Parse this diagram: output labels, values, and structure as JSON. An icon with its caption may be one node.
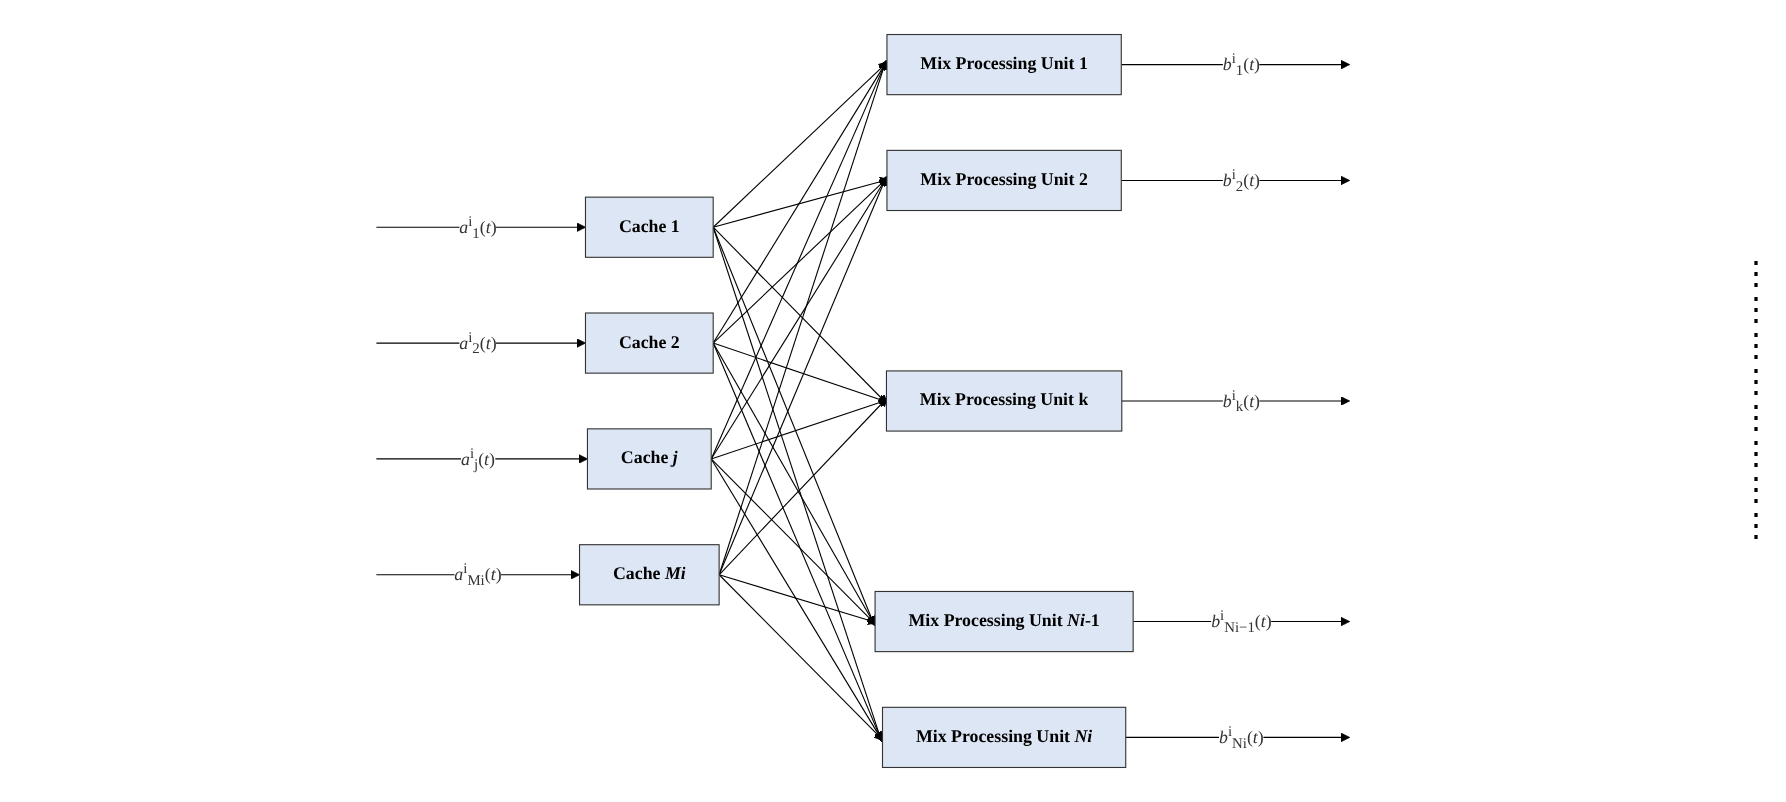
{
  "diagram": {
    "nodes": [
      {
        "text": [
          "Cache 1"
        ]
      },
      {
        "text": [
          "Cache 2"
        ]
      },
      {
        "text": [
          "Cache *j*"
        ]
      },
      {
        "text": [
          "Cache *Mi*"
        ]
      },
      {
        "text": [
          "Mix Processing Unit 1"
        ]
      },
      {
        "text": [
          "Mix Processing Unit 2"
        ]
      },
      {
        "text": [
          "Mix Processing Unit k"
        ]
      },
      {
        "text": [
          "Mix Processing Unit *Ni*-1"
        ]
      },
      {
        "text": [
          "Mix Processing Unit *Ni*"
        ]
      }
    ],
    "edges": [
      {
        "from": null,
        "to": 0,
        "arrow": "to",
        "label": "*a*$^{i}$$_{1}$(*t*)"
      },
      {
        "from": null,
        "to": 1,
        "arrow": "to",
        "label": "*a*$^{i}$$_{2}$(*t*)"
      },
      {
        "from": null,
        "to": 2,
        "arrow": "to",
        "label": "*a*$^{i}$$_{j}$(*t*)"
      },
      {
        "from": null,
        "to": 3,
        "arrow": "to",
        "label": "*a*$^{i}$$_{Mi}$(*t*)"
      },
      {
        "from": 0,
        "to": 4,
        "arrow": "to"
      },
      {
        "from": 0,
        "to": 5,
        "arrow": "to"
      },
      {
        "from": 0,
        "to": 6,
        "arrow": "to"
      },
      {
        "from": 0,
        "to": 7,
        "arrow": "to"
      },
      {
        "from": 0,
        "to": 8,
        "arrow": "to"
      },
      {
        "from": 1,
        "to": 4,
        "arrow": "to"
      },
      {
        "from": 1,
        "to": 5,
        "arrow": "to"
      },
      {
        "from": 1,
        "to": 6,
        "arrow": "to"
      },
      {
        "from": 1,
        "to": 7,
        "arrow": "to"
      },
      {
        "from": 1,
        "to": 8,
        "arrow": "to"
      },
      {
        "from": 2,
        "to": 4,
        "arrow": "to"
      },
      {
        "from": 2,
        "to": 5,
        "arrow": "to"
      },
      {
        "from": 2,
        "to": 6,
        "arrow": "to"
      },
      {
        "from": 2,
        "to": 7,
        "arrow": "to"
      },
      {
        "from": 2,
        "to": 8,
        "arrow": "to"
      },
      {
        "from": 3,
        "to": 4,
        "arrow": "to"
      },
      {
        "from": 3,
        "to": 5,
        "arrow": "to"
      },
      {
        "from": 3,
        "to": 6,
        "arrow": "to"
      },
      {
        "from": 3,
        "to": 7,
        "arrow": "to"
      },
      {
        "from": 3,
        "to": 8,
        "arrow": "to"
      },
      {
        "from": 4,
        "to": null,
        "arrow": "to",
        "label": "*b*$^{i}$$_{1}$(*t*)"
      },
      {
        "from": 5,
        "to": null,
        "arrow": "to",
        "label": "*b*$^{i}$$_{2}$(*t*)"
      },
      {
        "from": 6,
        "to": null,
        "arrow": "to",
        "label": "*b*$^{i}$$_{k}$(*t*)"
      },
      {
        "from": 7,
        "to": null,
        "arrow": "to",
        "label": "*b*$^{i}$$_{Ni−1}$(*t*)"
      },
      {
        "from": 8,
        "to": null,
        "arrow": "to",
        "label": "*b*$^{i}$$_{Ni}$(*t*)"
      }
    ],
    "labels": [
      "⋮",
      "⋮",
      "⋮",
      "⋮",
      "⋮",
      "⋮",
      "⋮",
      "⋮"
    ]
  }
}
